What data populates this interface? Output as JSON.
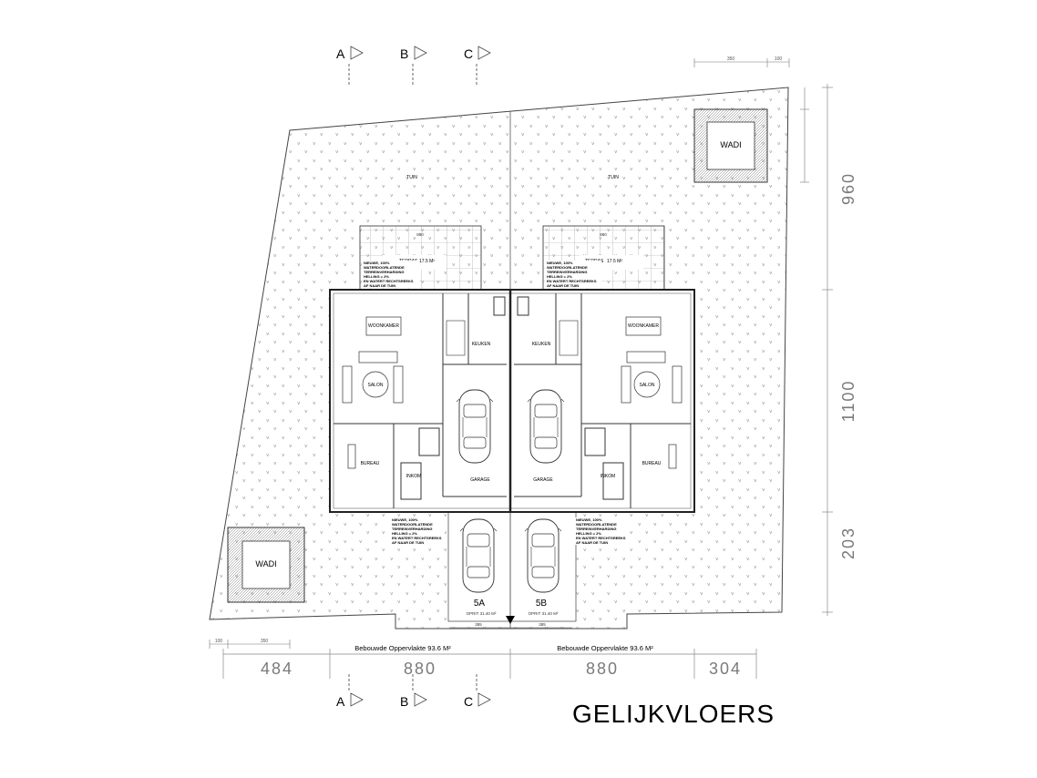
{
  "title": "GELIJKVLOERS",
  "sections": [
    "A",
    "B",
    "C"
  ],
  "wadi_label": "WADI",
  "tuin_label": "TUIN",
  "terras": {
    "label": "TERRAS",
    "area": "17.5 M²"
  },
  "dims": {
    "right": [
      "960",
      "1100",
      "203"
    ],
    "bottom": [
      "484",
      "880",
      "880",
      "304"
    ],
    "top_small": [
      "350",
      "100"
    ],
    "bottom_small": [
      "100",
      "350"
    ],
    "terras_width": "880",
    "garage_width": "385"
  },
  "rooms": {
    "woonkamer": "WOONKAMER",
    "keuken": "KEUKEN",
    "salon": "SALON",
    "bureau": "BUREAU",
    "garage": "GARAGE",
    "inkom": "INKOM"
  },
  "note": [
    "NIEUWE, 100%",
    "WATERDOORLATENDE",
    "TERREINVERHARDING",
    "HELLING = 2%",
    "EN WATERT RECHTSREEKS",
    "AF NAAR DE TUIN"
  ],
  "units": [
    {
      "name": "5A",
      "oprit": "OPRIT  31.40 M²",
      "bebouwde": "Bebouwde Oppervlakte 93.6 M²"
    },
    {
      "name": "5B",
      "oprit": "OPRIT  31.40 M²",
      "bebouwde": "Bebouwde Oppervlakte 93.6 M²"
    }
  ]
}
